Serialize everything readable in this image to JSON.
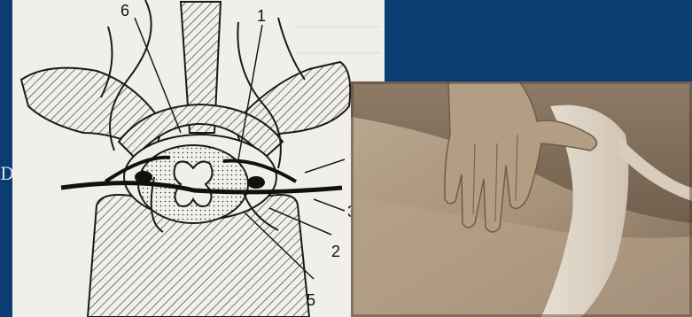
{
  "slide": {
    "background_color": "#0b3d72",
    "left_edge_glyph": "D"
  },
  "diagram": {
    "paper_color": "#f1efe9",
    "ink_color": "#1a1a1a",
    "labels": {
      "l1": "1",
      "l2": "2",
      "l5": "5",
      "l6": "6",
      "l3": "3"
    }
  },
  "photo": {
    "tone": "sepia"
  }
}
